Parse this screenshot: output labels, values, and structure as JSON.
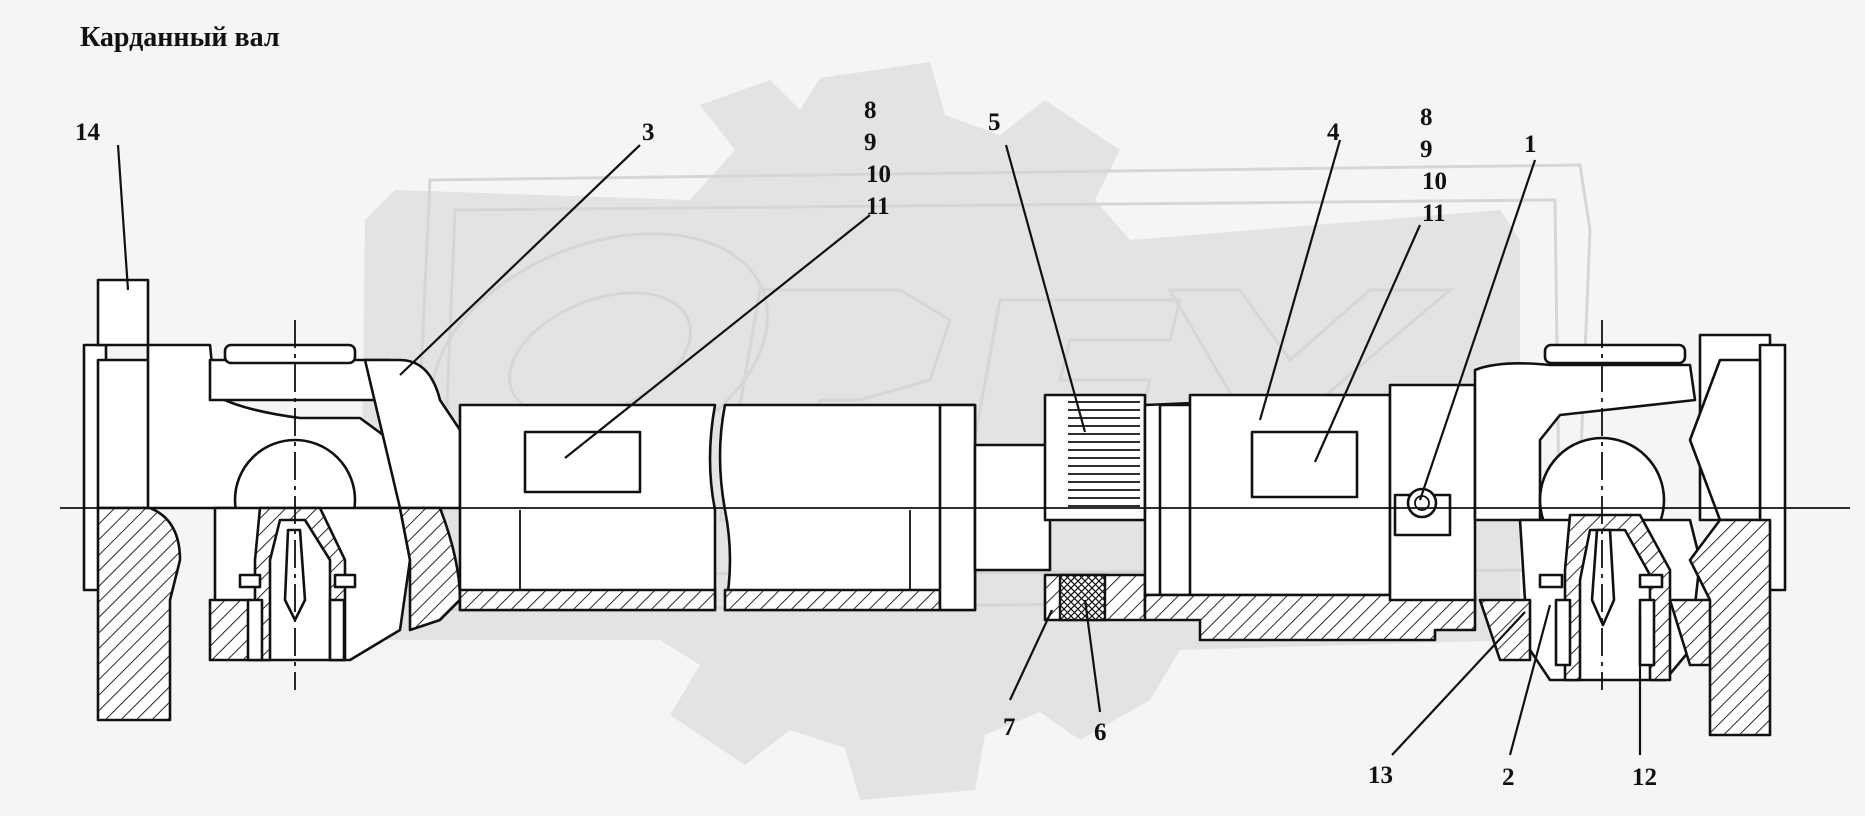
{
  "title": "Карданный вал",
  "watermark": "ОРЕХ",
  "callouts": [
    {
      "id": "14",
      "text": "14"
    },
    {
      "id": "3",
      "text": "3"
    },
    {
      "id": "8a",
      "text": "8"
    },
    {
      "id": "9a",
      "text": "9"
    },
    {
      "id": "10a",
      "text": "10"
    },
    {
      "id": "11a",
      "text": "11"
    },
    {
      "id": "5",
      "text": "5"
    },
    {
      "id": "4",
      "text": "4"
    },
    {
      "id": "8b",
      "text": "8"
    },
    {
      "id": "9b",
      "text": "9"
    },
    {
      "id": "10b",
      "text": "10"
    },
    {
      "id": "11b",
      "text": "11"
    },
    {
      "id": "1",
      "text": "1"
    },
    {
      "id": "7",
      "text": "7"
    },
    {
      "id": "6",
      "text": "6"
    },
    {
      "id": "13",
      "text": "13"
    },
    {
      "id": "2",
      "text": "2"
    },
    {
      "id": "12",
      "text": "12"
    }
  ]
}
